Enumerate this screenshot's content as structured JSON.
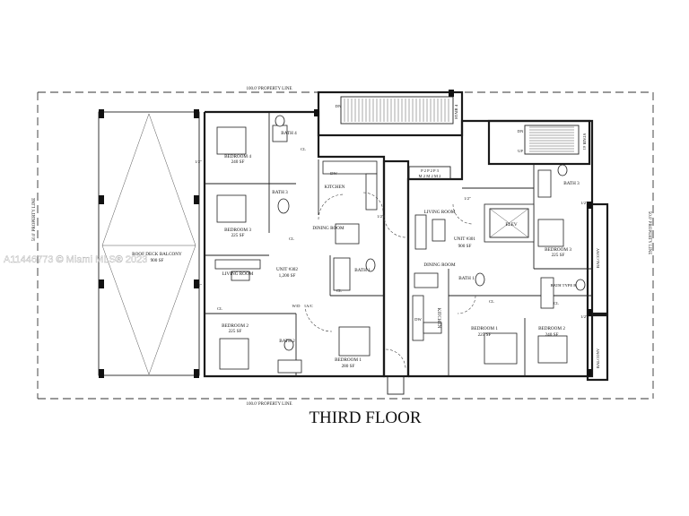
{
  "watermark": "A11446773 © Miami MLS® 2023",
  "title": "THIRD FLOOR",
  "property_lines": {
    "top": "100.0' PROPERTY LINE",
    "bottom": "100.0' PROPERTY LINE",
    "left": "50.0' PROPERTY LINE",
    "right": "50.0' PROPERTY LINE"
  },
  "roof_deck": {
    "name": "ROOF DECK BALCONY",
    "area": "900 SF"
  },
  "units": [
    {
      "name": "UNIT #302",
      "area": "1,200 SF"
    },
    {
      "name": "UNIT #301",
      "area": "900 SF"
    }
  ],
  "rooms": {
    "bedroom4": {
      "name": "BEDROOM 4",
      "area": "240 SF"
    },
    "bedroom3_302": {
      "name": "BEDROOM 3",
      "area": "225 SF"
    },
    "bedroom2_302": {
      "name": "BEDROOM 2",
      "area": "225 SF"
    },
    "bedroom1_302": {
      "name": "BEDROOM 1",
      "area": "280 SF"
    },
    "bedroom3_301": {
      "name": "BEDROOM 3",
      "area": "225 SF"
    },
    "bedroom1_301": {
      "name": "BEDROOM 1",
      "area": "225 SF"
    },
    "bedroom2_301": {
      "name": "BEDROOM 2",
      "area": "240 SF"
    },
    "living_302": "LIVING ROOM",
    "dining_302": "DINING ROOM",
    "kitchen_302": "KITCHEN",
    "living_301": "LIVING ROOM",
    "dining_301": "DINING ROOM",
    "kitchen_301": "KITCHEN",
    "bath4": "BATH 4",
    "bath3_302": "BATH 3",
    "bath2_302": "BATH 2",
    "bath1_302": "BATH 1",
    "bath1_301": "BATH 1",
    "bath3_301": "BATH 3",
    "bath_type_b": "BATH TYPE B",
    "elev": "ELEV",
    "stair4": "STAIR 4",
    "stair1": "STAIR #1",
    "balcony_upper": "BALCONY",
    "balcony_lower": "BALCONY"
  },
  "small_labels": {
    "cl": "CL",
    "dn": "DN",
    "up": "UP",
    "wd": "W/D",
    "ac": "A/C",
    "dw": "DW"
  },
  "wall_heights": [
    "1/2\"",
    "1/2\"",
    "1/2\"",
    "1/2\"",
    "1/2\"",
    "1/2\""
  ],
  "meters": [
    "P 2  P 2  P 3",
    "M 2  M 2  M 2"
  ]
}
